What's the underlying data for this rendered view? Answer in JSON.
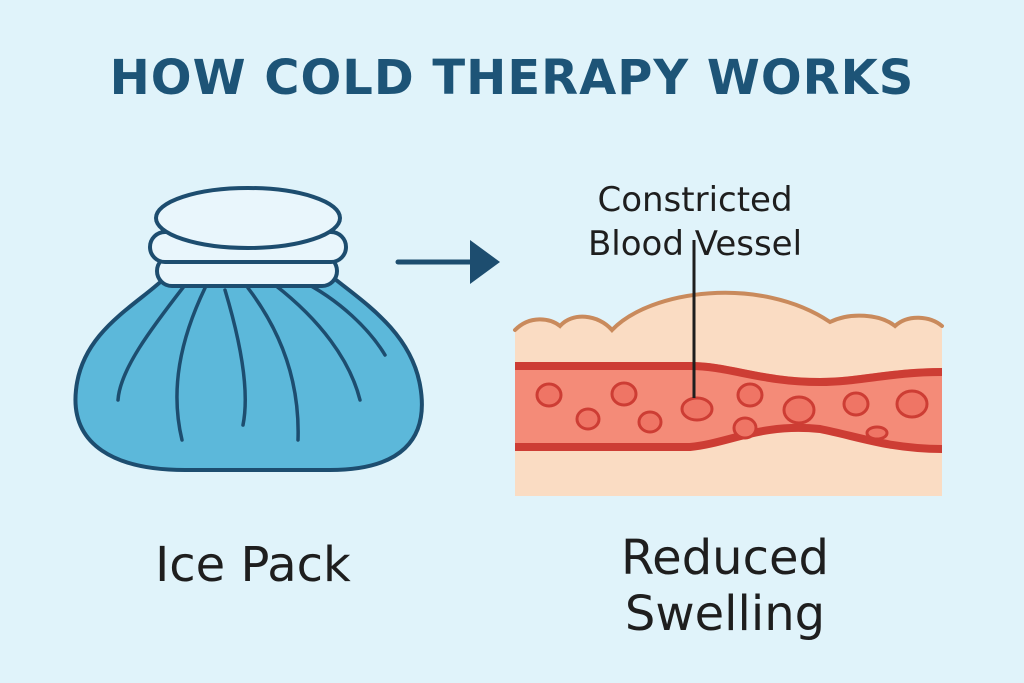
{
  "title": "HOW COLD THERAPY WORKS",
  "labels": {
    "vessel_line1": "Constricted",
    "vessel_line2": "Blood Vessel",
    "ice_pack": "Ice Pack",
    "result_line1": "Reduced",
    "result_line2": "Swelling"
  },
  "colors": {
    "background": "#e0f3fa",
    "title": "#1d5477",
    "outline": "#1d4d6f",
    "ice_pack_fill": "#5cb8da",
    "ice_cap_fill": "#e9f6fc",
    "skin_fill": "#fadcc3",
    "skin_outline": "#c98a5c",
    "vessel_fill": "#f48b78",
    "vessel_wall": "#cd3d34",
    "cell_fill": "#ef7565",
    "arrow": "#1d4d6f"
  },
  "icons": {
    "ice_pack": "ice-pack-icon",
    "arrow": "arrow-right-icon",
    "vessel": "blood-vessel-icon"
  }
}
